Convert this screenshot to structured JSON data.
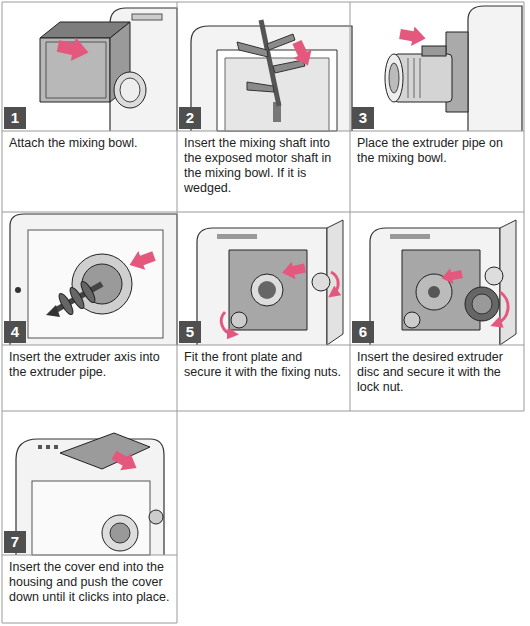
{
  "diagram": {
    "nodes": [
      {
        "text": [
          "1"
        ]
      },
      {
        "text": [
          "Attach the mixing bowl."
        ]
      },
      {
        "text": [
          "2"
        ]
      },
      {
        "text": [
          "Insert the mixing shaft into the exposed motor shaft in the mixing bowl. If it is wedged."
        ]
      },
      {
        "text": [
          "3"
        ]
      },
      {
        "text": [
          "Place the extruder pipe on the mixing bowl."
        ]
      },
      {
        "text": [
          "4"
        ]
      },
      {
        "text": [
          "Insert the extruder axis into the extruder pipe."
        ]
      },
      {
        "text": [
          "5"
        ]
      },
      {
        "text": [
          "Fit the front plate and secure it with the fixing nuts."
        ]
      },
      {
        "text": [
          "6"
        ]
      },
      {
        "text": [
          "Insert the desired extruder disc and secure it with the lock nut."
        ]
      },
      {
        "text": [
          "7"
        ]
      },
      {
        "text": [
          "Insert the cover end into the housing and push the cover down until it clicks into place."
        ]
      }
    ]
  }
}
